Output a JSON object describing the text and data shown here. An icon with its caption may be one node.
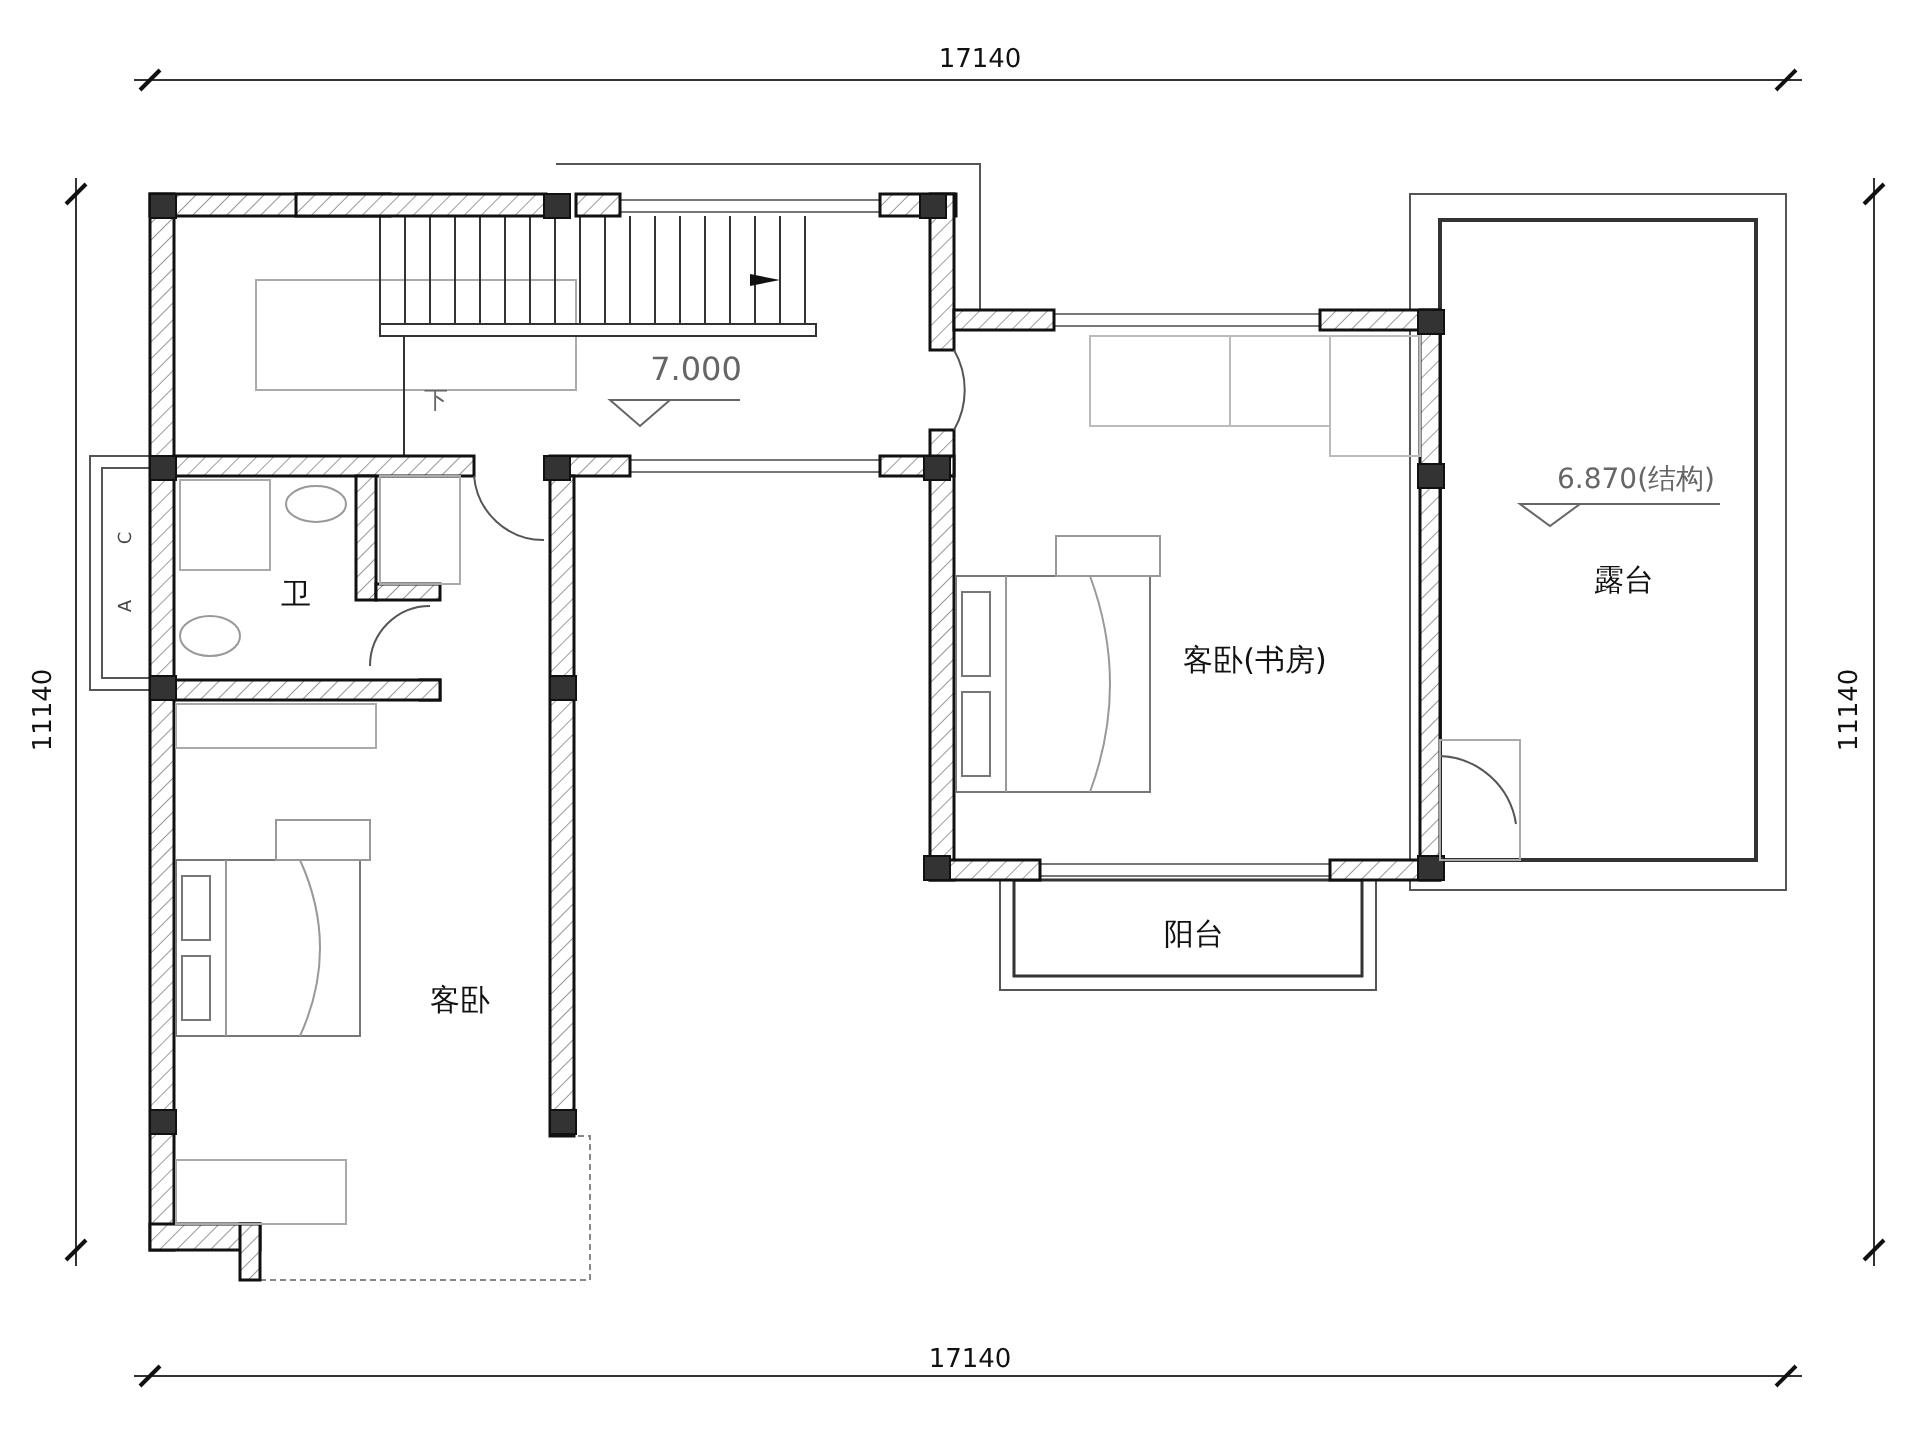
{
  "diagram": {
    "nodes": [
      {
        "text": [
          "卫"
        ]
      },
      {
        "text": [
          "客卧"
        ]
      },
      {
        "text": [
          "客卧(书房)"
        ]
      },
      {
        "text": [
          "露台"
        ]
      },
      {
        "text": [
          "阳台"
        ]
      }
    ],
    "labels": [
      "17140",
      "11140",
      "11140",
      "7.000",
      "下",
      "6.870(结构)",
      "C",
      "A",
      "17140"
    ]
  }
}
